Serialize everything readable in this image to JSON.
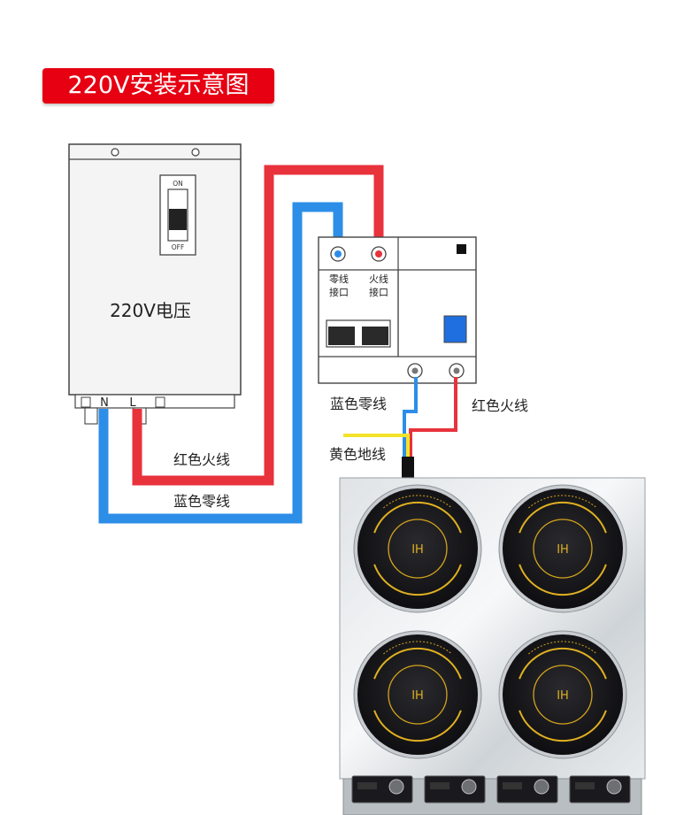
{
  "title": "220V安装示意图",
  "supply_box": {
    "label": "220V电压",
    "switch_on": "ON",
    "switch_off": "OFF",
    "terminal_n": "N",
    "terminal_l": "L"
  },
  "breaker": {
    "neutral_port_line1": "零线",
    "neutral_port_line2": "接口",
    "live_port_line1": "火线",
    "live_port_line2": "接口"
  },
  "wire_labels": {
    "red_live_left": "红色火线",
    "blue_neutral_left": "蓝色零线",
    "blue_neutral_right": "蓝色零线",
    "red_live_right": "红色火线",
    "yellow_ground": "黄色地线"
  },
  "cooktop": {
    "burner_label": "IH",
    "burner_count": 4
  },
  "colors": {
    "title_bg": "#e60012",
    "live_wire": "#e8323c",
    "neutral_wire": "#2d8ee8",
    "ground_wire": "#f2e32a",
    "indicator_blue": "#1f6fe0"
  }
}
